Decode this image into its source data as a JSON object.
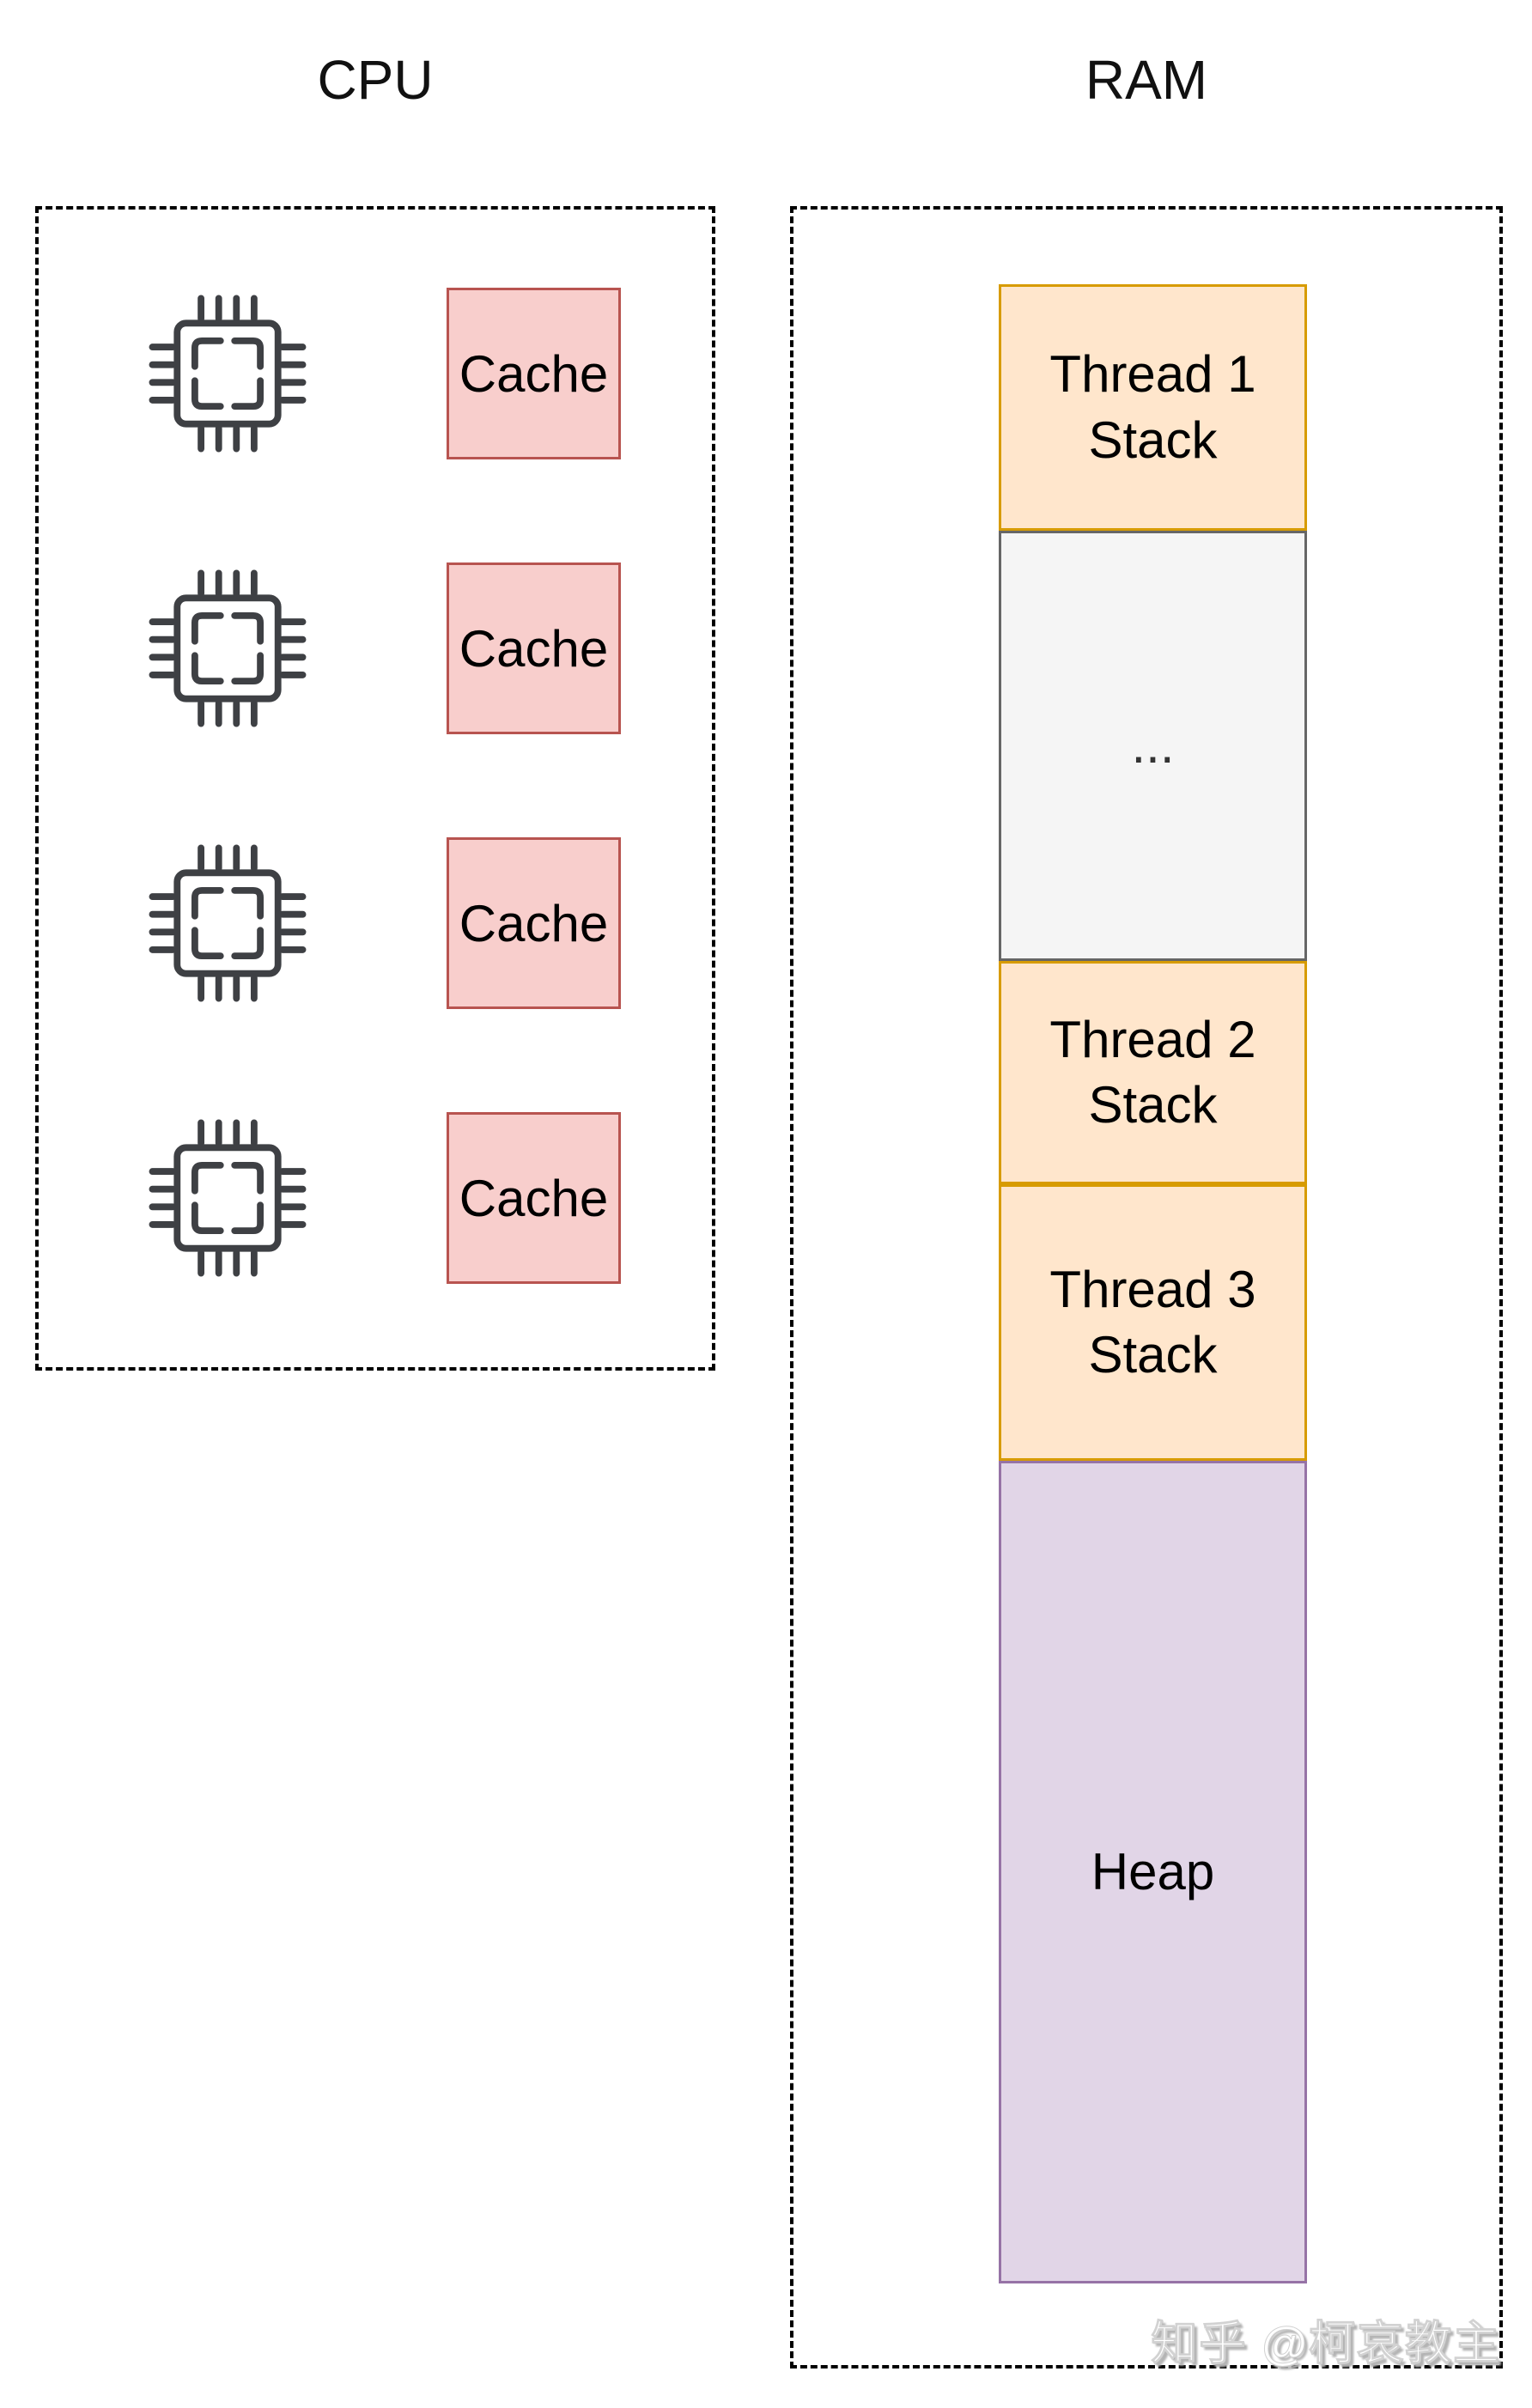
{
  "titles": {
    "cpu": "CPU",
    "ram": "RAM"
  },
  "cpu_panel": {
    "chip_icon": "cpu-chip-icon",
    "chip_color": "#3E4044",
    "cache_fill": "#F8CECC",
    "cache_border": "#B85450",
    "cores": [
      {
        "cache_label": "Cache"
      },
      {
        "cache_label": "Cache"
      },
      {
        "cache_label": "Cache"
      },
      {
        "cache_label": "Cache"
      }
    ]
  },
  "ram_panel": {
    "segments": [
      {
        "line1": "Thread 1",
        "line2": "Stack",
        "fill": "#FFE6CC",
        "border": "#D79B00"
      },
      {
        "line1": "...",
        "fill": "#F5F5F5",
        "border": "#666666"
      },
      {
        "line1": "Thread 2",
        "line2": "Stack",
        "fill": "#FFE6CC",
        "border": "#D79B00"
      },
      {
        "line1": "Thread 3",
        "line2": "Stack",
        "fill": "#FFE6CC",
        "border": "#D79B00"
      },
      {
        "line1": "Heap",
        "fill": "#E1D5E7",
        "border": "#9673A6"
      }
    ]
  },
  "watermark": {
    "text": "知乎 @柯哀教主",
    "color": "#CFCFCF"
  },
  "box_border_color": "#000000",
  "background": "#FFFFFF"
}
